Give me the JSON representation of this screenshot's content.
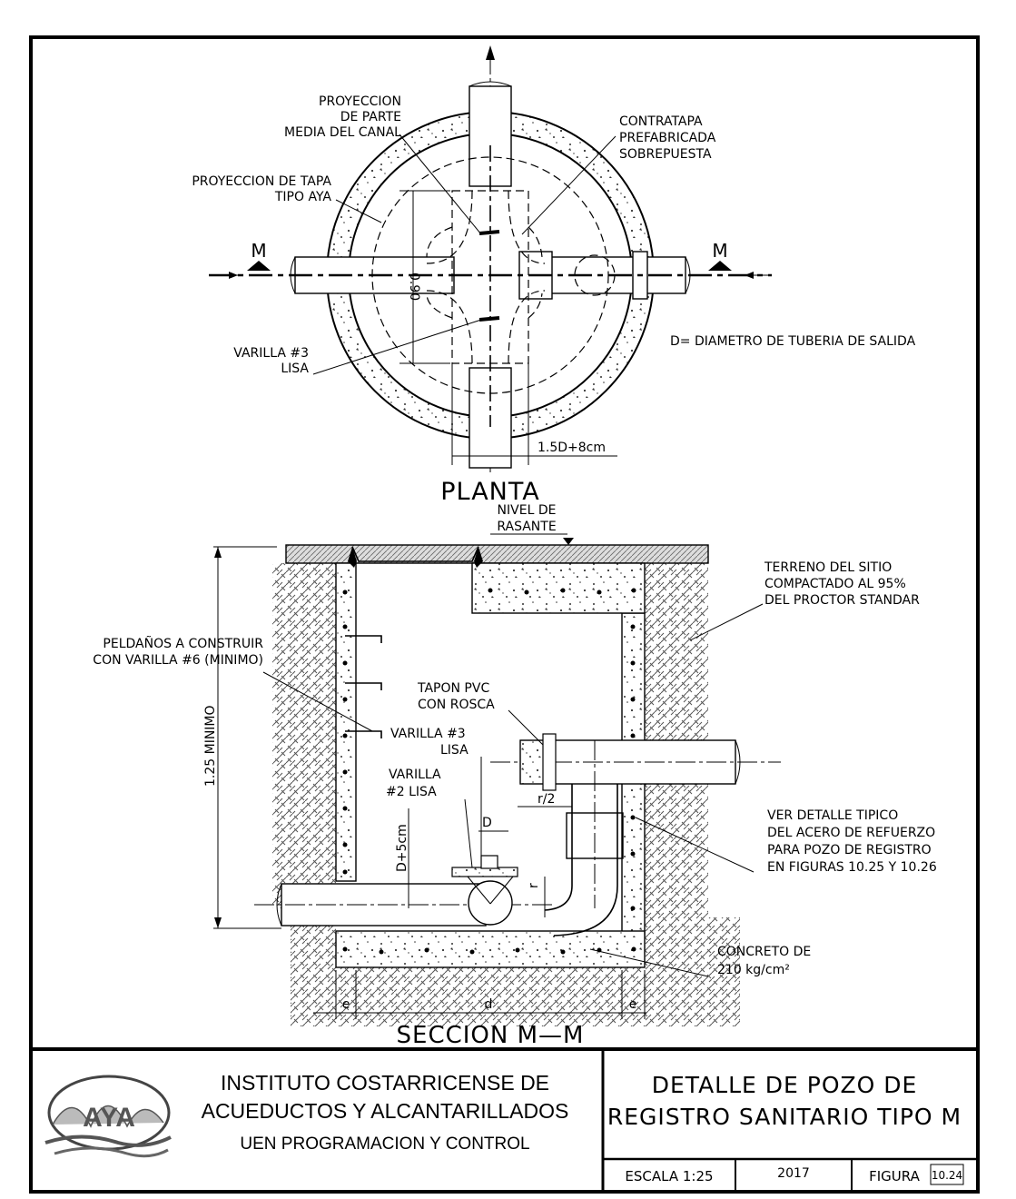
{
  "plan": {
    "title": "PLANTA",
    "labels": {
      "proyeccion_canal": [
        "PROYECCION",
        "DE PARTE",
        "MEDIA DEL CANAL"
      ],
      "contratapa": [
        "CONTRATAPA",
        "PREFABRICADA",
        "SOBREPUESTA"
      ],
      "proyeccion_tapa": [
        "PROYECCION DE TAPA",
        "TIPO AYA"
      ],
      "varilla": [
        "VARILLA #3",
        "LISA"
      ],
      "dim_090": "0.90",
      "dim_15d": "1.5D+8cm",
      "section_mark": "M",
      "diametro_note": "D= DIAMETRO DE TUBERIA DE SALIDA"
    }
  },
  "section": {
    "title": "SECCION M—M",
    "labels": {
      "nivel": [
        "NIVEL DE",
        "RASANTE"
      ],
      "terreno": [
        "TERRENO DEL SITIO",
        "COMPACTADO AL 95%",
        "DEL PROCTOR STANDAR"
      ],
      "peldanos": [
        "PELDAÑOS A CONSTRUIR",
        "CON VARILLA #6 (MINIMO)"
      ],
      "tapon": [
        "TAPON PVC",
        "CON ROSCA"
      ],
      "varilla3": [
        "VARILLA #3",
        "LISA"
      ],
      "varilla2": [
        "VARILLA",
        "#2 LISA"
      ],
      "min": "1.25 MINIMO",
      "d5": "D+5cm",
      "D": "D",
      "r2": "r/2",
      "r": "r",
      "ver_detalle": [
        "VER DETALLE TIPICO",
        "DEL ACERO DE REFUERZO",
        "PARA POZO DE REGISTRO",
        "EN FIGURAS 10.25 Y 10.26"
      ],
      "concreto": [
        "CONCRETO DE",
        "210 kg/cm²"
      ],
      "dim_e": "e",
      "dim_d": "d"
    }
  },
  "title_block": {
    "logo_text": "AYA",
    "institution_1": "INSTITUTO COSTARRICENSE DE",
    "institution_2": "ACUEDUCTOS Y ALCANTARILLADOS",
    "unit": "UEN PROGRAMACION Y CONTROL",
    "drawing_title_1": "DETALLE DE POZO DE",
    "drawing_title_2": "REGISTRO SANITARIO TIPO M",
    "scale": "ESCALA 1:25",
    "year": "2017",
    "figure_label": "FIGURA",
    "figure_number": "10.24"
  }
}
